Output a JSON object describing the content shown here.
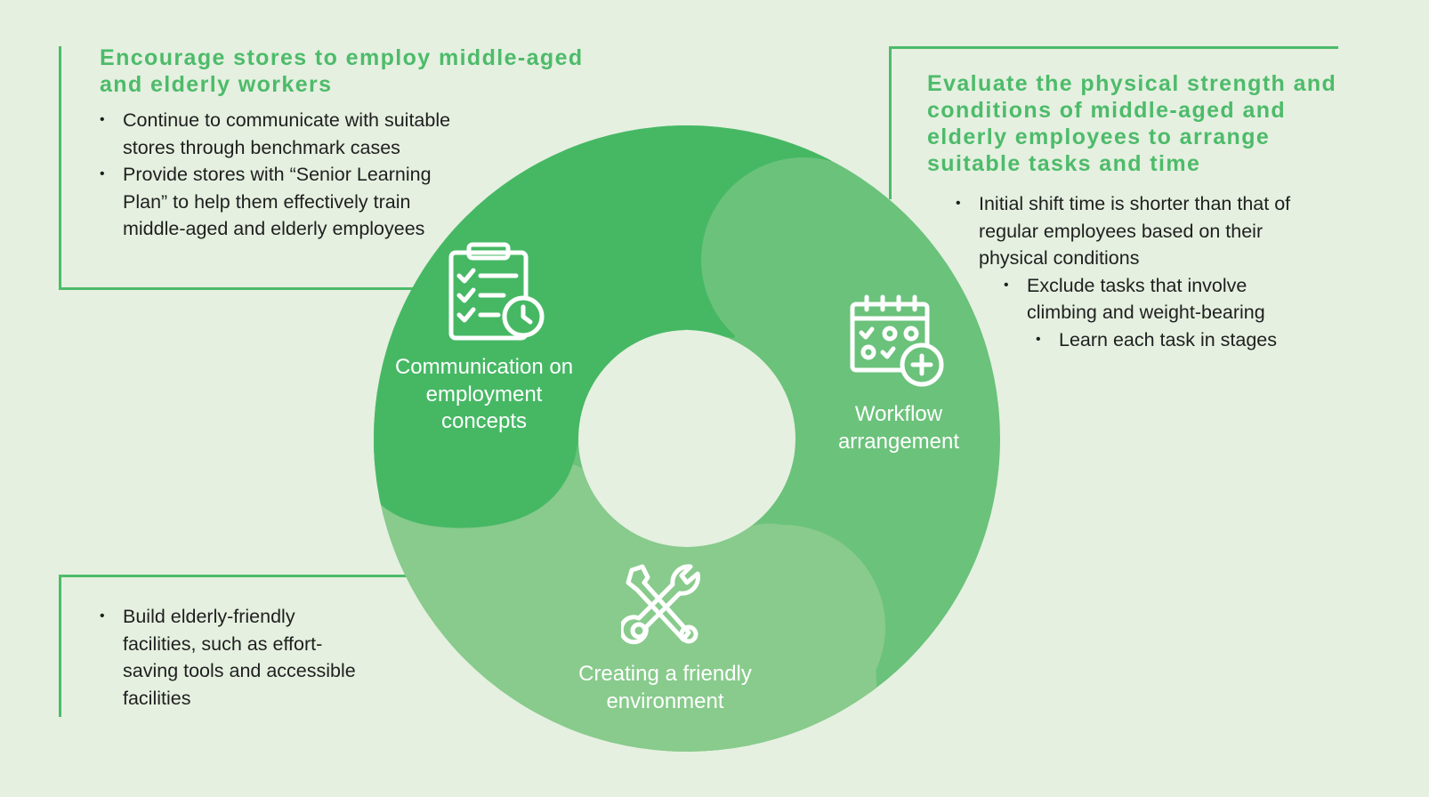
{
  "colors": {
    "background": "#e5f0e0",
    "accent": "#4dbb6a",
    "segment_dark": "#46b864",
    "segment_mid": "#6bc27b",
    "segment_light": "#88cb8c",
    "segment_label": "#ffffff"
  },
  "panels": {
    "top_left": {
      "title": "Encourage stores to employ middle-aged and elderly workers",
      "bullets": [
        "Continue to communicate with suitable stores through benchmark cases",
        "Provide stores with “Senior Learning Plan” to help them effectively train middle-aged and elderly employees"
      ]
    },
    "top_right": {
      "title": "Evaluate the physical strength and conditions of middle-aged and elderly employees to arrange suitable tasks and time",
      "bullets": [
        "Initial shift time is shorter than that of regular employees based on their physical conditions",
        "Exclude tasks that involve climbing and weight-bearing",
        "Learn each task in stages"
      ]
    },
    "bottom_left": {
      "bullets": [
        "Build elderly-friendly facilities, such as effort-saving tools and accessible facilities"
      ]
    }
  },
  "cycle": {
    "segments": [
      {
        "label": "Communication on employment concepts",
        "icon": "clipboard-checklist-clock-icon"
      },
      {
        "label": "Workflow arrangement",
        "icon": "calendar-add-icon"
      },
      {
        "label": "Creating a friendly environment",
        "icon": "wrench-screwdriver-tools-icon"
      }
    ]
  }
}
